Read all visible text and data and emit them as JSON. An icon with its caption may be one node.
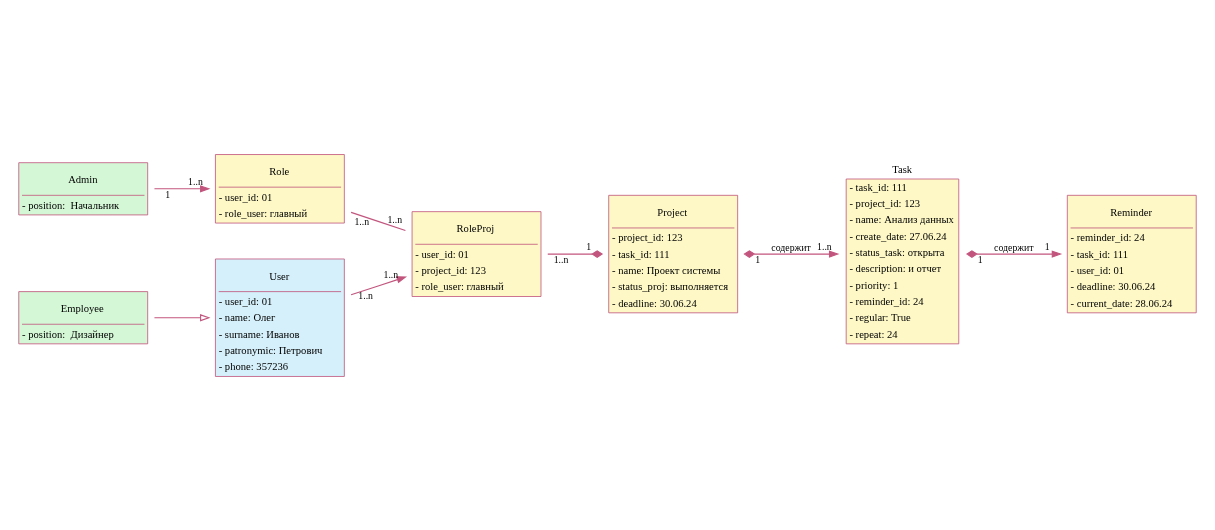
{
  "diagram": {
    "nodes": [
      {
        "text": [
          "Admin",
          "- position:  Начальник"
        ]
      },
      {
        "text": [
          "Employee",
          "- position:  Дизайнер"
        ]
      },
      {
        "text": [
          "Role",
          "- user_id: 01",
          "- role_user: главный"
        ]
      },
      {
        "text": [
          "RoleProj",
          "- user_id: 01",
          "- project_id: 123",
          "- role_user: главный"
        ]
      },
      {
        "text": [
          "User",
          "- user_id: 01",
          "- name: Олег",
          "- surname: Иванов",
          "- patronymic: Петрович",
          "- phone: 357236"
        ]
      },
      {
        "text": [
          "Project",
          "- project_id: 123",
          "- task_id: 111",
          "- name: Проект системы",
          "- status_proj: выполняется",
          "- deadline: 30.06.24"
        ]
      },
      {
        "text": [
          "Task",
          "- task_id: 111",
          "- project_id: 123",
          "- name: Анализ данных",
          "- create_date: 27.06.24",
          "- status_task: открыта",
          "- description: и отчет",
          "- priority: 1",
          "- reminder_id: 24",
          "- regular: True",
          "- repeat: 24"
        ]
      },
      {
        "text": [
          "Reminder",
          "- reminder_id: 24",
          "- task_id: 111",
          "- user_id: 01",
          "- deadline: 30.06.24",
          "- current_date: 28.06.24"
        ]
      }
    ],
    "edges": [
      {
        "from": 0,
        "to": 2,
        "arrow": "to"
      },
      {
        "from": 1,
        "to": 4,
        "arrow": "to"
      },
      {
        "from": 2,
        "to": 3,
        "arrow": "none"
      },
      {
        "from": 4,
        "to": 3,
        "arrow": "to"
      },
      {
        "from": 3,
        "to": 5,
        "arrow": "other"
      },
      {
        "from": 5,
        "to": 6,
        "arrow": "to",
        "label": "содержит"
      },
      {
        "from": 6,
        "to": 7,
        "arrow": "to",
        "label": "содержит"
      }
    ],
    "labels": [
      "1..n",
      "1..n",
      "1..n",
      "1",
      "1",
      "1..n",
      "1..n",
      "1..n",
      "1",
      "1..n",
      "1",
      "1"
    ]
  }
}
